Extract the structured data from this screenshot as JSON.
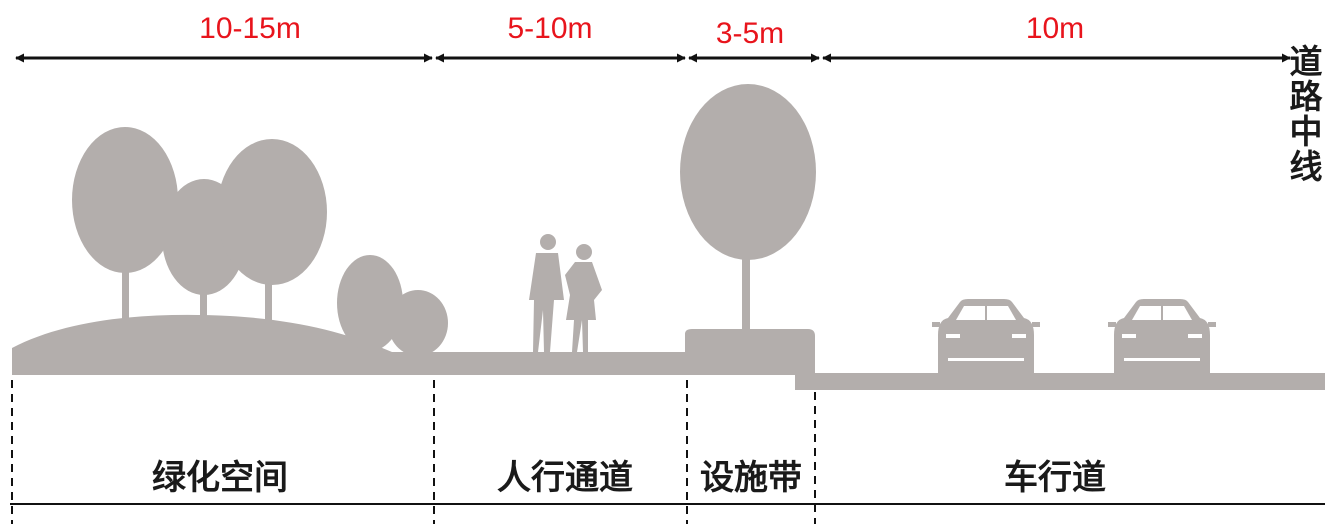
{
  "dimensions": [
    {
      "label": "10-15m"
    },
    {
      "label": "5-10m"
    },
    {
      "label": "3-5m"
    },
    {
      "label": "10m"
    }
  ],
  "zones": [
    {
      "label": "绿化空间"
    },
    {
      "label": "人行通道"
    },
    {
      "label": "设施带"
    },
    {
      "label": "车行道"
    }
  ],
  "centerline_label": "道路中线",
  "colors": {
    "dimension_text": "#e8141c",
    "silhouette": "#b3aeac",
    "lines": "#111111"
  }
}
